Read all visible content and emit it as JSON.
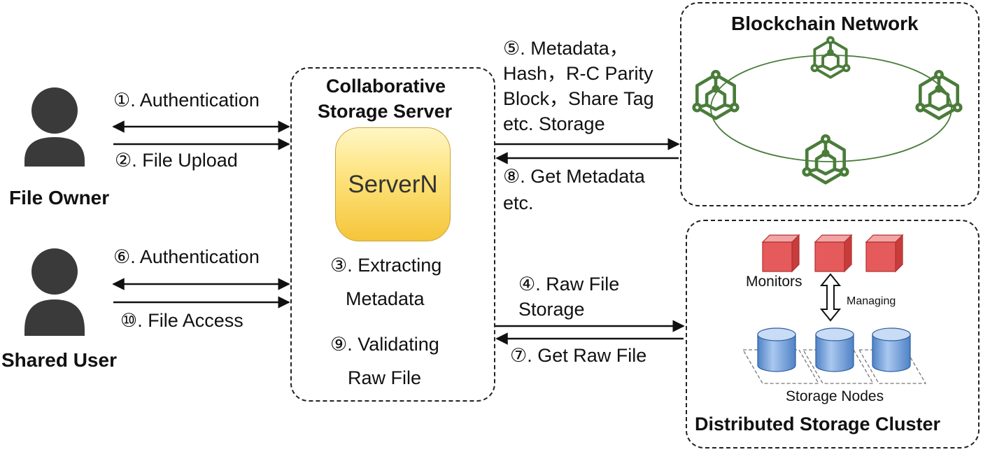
{
  "actors": {
    "owner_label": "File Owner",
    "shared_label": "Shared User"
  },
  "owner_steps": {
    "auth": "①. Authentication",
    "upload": "②. File Upload"
  },
  "shared_steps": {
    "auth": "⑥. Authentication",
    "access": "⑩. File Access"
  },
  "server": {
    "title_line1": "Collaborative",
    "title_line2": "Storage Server",
    "chip_label": "ServerN",
    "step3_line1": "③. Extracting",
    "step3_line2": "Metadata",
    "step9_line1": "⑨. Validating",
    "step9_line2": "Raw File"
  },
  "chain_links": {
    "step5_line1": "⑤. Metadata，",
    "step5_line2": "Hash，R-C Parity",
    "step5_line3": "Block，Share Tag",
    "step5_line4": "etc. Storage",
    "step8_line1": "⑧. Get Metadata",
    "step8_line2": "etc."
  },
  "storage_links": {
    "step4_line1": "④. Raw File",
    "step4_line2": "Storage",
    "step7": "⑦. Get Raw File"
  },
  "blockchain": {
    "title": "Blockchain Network"
  },
  "cluster": {
    "title": "Distributed Storage Cluster",
    "monitors_label": "Monitors",
    "managing_label": "Managing",
    "storage_nodes_label": "Storage Nodes"
  },
  "colors": {
    "chain_green": "#4a7c3a",
    "monitor_red": "#e05555",
    "node_blue": "#6f9fd8",
    "chip_yellow": "#f5c53a"
  }
}
